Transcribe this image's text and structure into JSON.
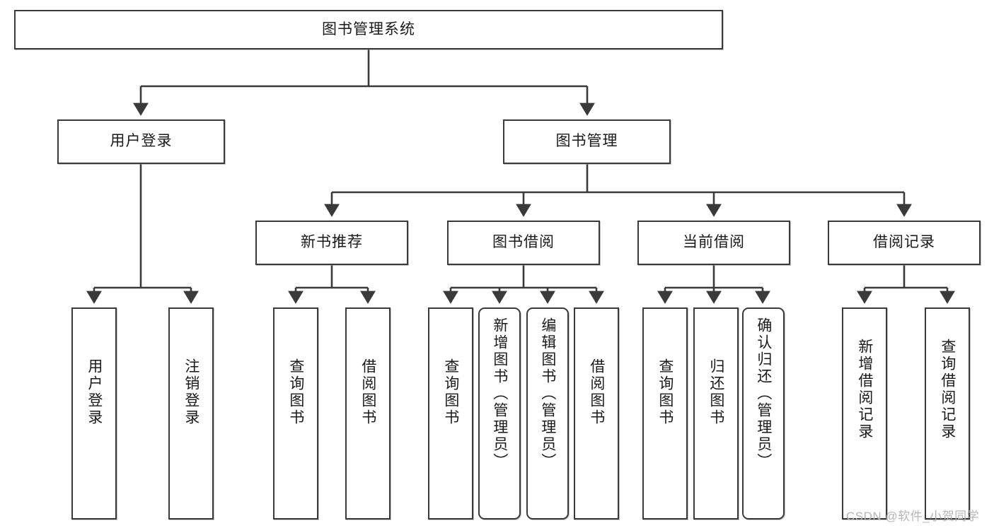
{
  "diagram": {
    "title": "图书管理系统",
    "type": "hierarchy-tree",
    "root": {
      "id": "root",
      "label": "图书管理系统"
    },
    "level2": [
      {
        "id": "user-login",
        "label": "用户登录"
      },
      {
        "id": "book-management",
        "label": "图书管理"
      }
    ],
    "level3": [
      {
        "id": "new-book-recommend",
        "label": "新书推荐"
      },
      {
        "id": "book-borrow",
        "label": "图书借阅"
      },
      {
        "id": "current-borrow",
        "label": "当前借阅"
      },
      {
        "id": "borrow-record",
        "label": "借阅记录"
      }
    ],
    "leaves": {
      "user_login": [
        {
          "id": "leaf-user-login",
          "label": "用户登录",
          "rounded": false
        },
        {
          "id": "leaf-logout-login",
          "label": "注销登录",
          "rounded": false
        }
      ],
      "new_book_recommend": [
        {
          "id": "leaf-query-book-1",
          "label": "查询图书",
          "rounded": false
        },
        {
          "id": "leaf-borrow-book-1",
          "label": "借阅图书",
          "rounded": false
        }
      ],
      "book_borrow": [
        {
          "id": "leaf-query-book-2",
          "label": "查询图书",
          "rounded": false
        },
        {
          "id": "leaf-add-book",
          "label": "新增图书（管理员）",
          "rounded": true
        },
        {
          "id": "leaf-edit-book",
          "label": "编辑图书（管理员）",
          "rounded": true
        },
        {
          "id": "leaf-borrow-book-2",
          "label": "借阅图书",
          "rounded": false
        }
      ],
      "current_borrow": [
        {
          "id": "leaf-query-book-3",
          "label": "查询图书",
          "rounded": false
        },
        {
          "id": "leaf-return-book",
          "label": "归还图书",
          "rounded": false
        },
        {
          "id": "leaf-confirm-return",
          "label": "确认归还（管理员）",
          "rounded": true
        }
      ],
      "borrow_record": [
        {
          "id": "leaf-add-record",
          "label": "新增借阅记录",
          "rounded": false
        },
        {
          "id": "leaf-query-record",
          "label": "查询借阅记录",
          "rounded": false
        }
      ]
    }
  },
  "watermark": {
    "text": "CSDN @软件_小贺同学"
  },
  "colors": {
    "border": "#3a3a3a",
    "background": "#ffffff",
    "text": "#1a1a1a",
    "watermark": "#b6b6b6"
  }
}
